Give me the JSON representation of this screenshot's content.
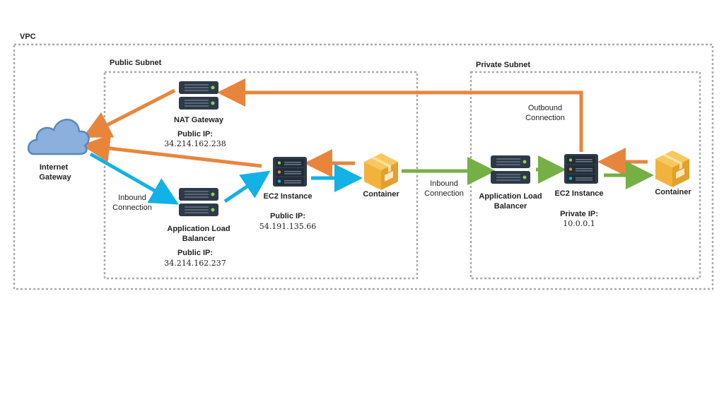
{
  "vpc": {
    "label": "VPC"
  },
  "public_subnet": {
    "label": "Public Subnet"
  },
  "private_subnet": {
    "label": "Private Subnet"
  },
  "internet_gateway": {
    "line1": "Internet",
    "line2": "Gateway"
  },
  "nat_gateway": {
    "label": "NAT Gateway",
    "ip_label": "Public IP:",
    "ip": "34.214.162.238"
  },
  "public_alb": {
    "line1": "Application Load",
    "line2": "Balancer",
    "ip_label": "Public IP:",
    "ip": "34.214.162.237"
  },
  "public_ec2": {
    "label": "EC2 Instance",
    "ip_label": "Public IP:",
    "ip": "54.191.135.66"
  },
  "public_container": {
    "label": "Container"
  },
  "private_alb": {
    "line1": "Application Load",
    "line2": "Balancer"
  },
  "private_ec2": {
    "label": "EC2 Instance",
    "ip_label": "Private IP:",
    "ip": "10.0.0.1"
  },
  "private_container": {
    "label": "Container"
  },
  "captions": {
    "public_inbound": {
      "line1": "Inbound",
      "line2": "Connection"
    },
    "private_inbound": {
      "line1": "Inbound",
      "line2": "Connection"
    },
    "outbound": {
      "line1": "Outbound",
      "line2": "Connection"
    }
  },
  "colors": {
    "orange": "#e8853d",
    "blue": "#12b1e6",
    "green": "#74b043",
    "server": "#2e3a48",
    "cloud": "#8ab0de",
    "box": "#f2b33d"
  }
}
